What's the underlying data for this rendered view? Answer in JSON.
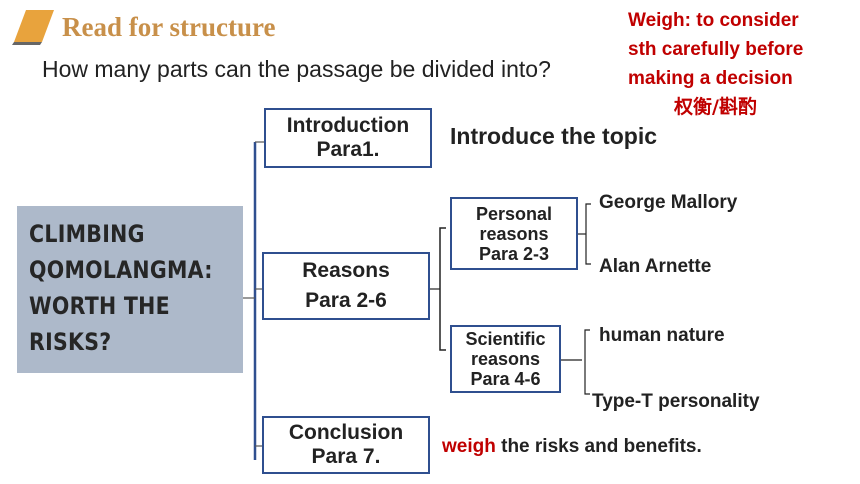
{
  "header": {
    "title": "Read for structure",
    "icon": "slanted-bookmark-icon",
    "accent_color": "#e8a33d"
  },
  "question": "How many parts can the passage be divided into?",
  "definition": {
    "line1": "Weigh: to consider",
    "line2": "sth carefully before",
    "line3": "making a decision",
    "chinese": "权衡/斟酌",
    "color": "#c00000"
  },
  "title_box": {
    "line1": "CLIMBING",
    "line2": "QOMOLANGMA:",
    "line3": "WORTH THE",
    "line4": "RISKS?",
    "background": "#adb9ca"
  },
  "introduction": {
    "line1": "Introduction",
    "line2": "Para1.",
    "description": "Introduce the topic"
  },
  "reasons": {
    "line1": "Reasons",
    "line2": "Para 2-6",
    "personal": {
      "line1": "Personal",
      "line2": "reasons",
      "line3": "Para 2-3",
      "examples": [
        "George Mallory",
        "Alan Arnette"
      ]
    },
    "scientific": {
      "line1": "Scientific",
      "line2": "reasons",
      "line3": "Para 4-6",
      "examples": [
        "human nature",
        "Type-T personality"
      ]
    }
  },
  "conclusion": {
    "line1": "Conclusion",
    "line2": "Para 7.",
    "keyword": "weigh",
    "rest": " the risks and benefits."
  },
  "box_border_color": "#2f4f8f"
}
